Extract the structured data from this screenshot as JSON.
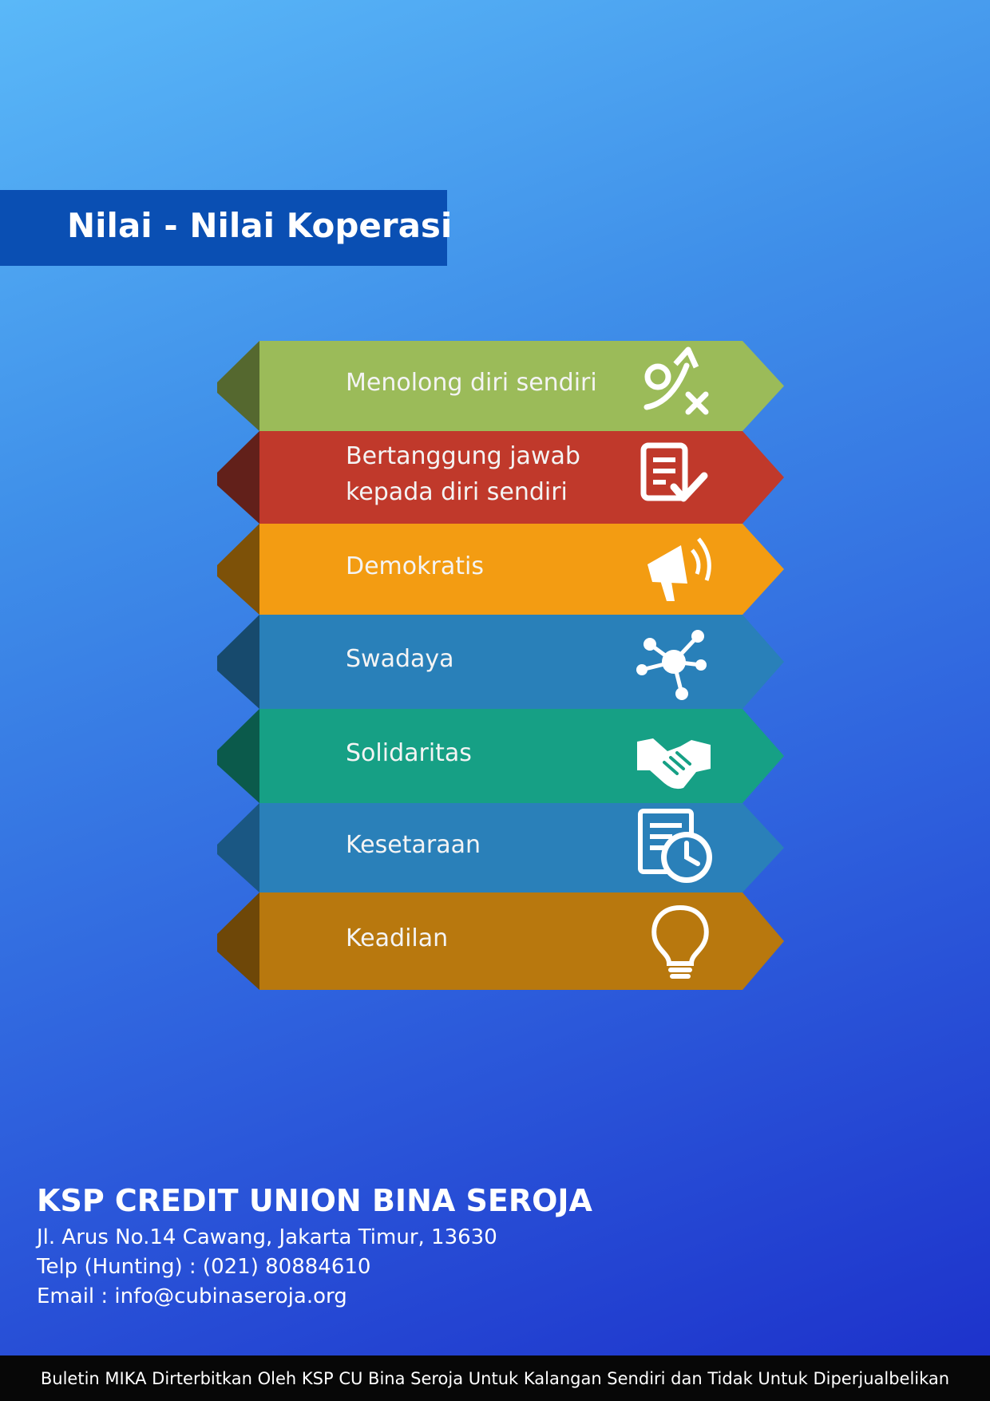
{
  "header": {
    "title": "Nilai - Nilai Koperasi"
  },
  "values": [
    {
      "label_lines": [
        "Menolong diri sendiri"
      ],
      "color": "#9bbb59",
      "side_color": "#55682f",
      "icon": "strategy-icon"
    },
    {
      "label_lines": [
        "Bertanggung jawab",
        "kepada diri sendiri"
      ],
      "color": "#c0392b",
      "side_color": "#62201a",
      "icon": "checklist-icon"
    },
    {
      "label_lines": [
        "Demokratis"
      ],
      "color": "#f39c12",
      "side_color": "#7d5108",
      "icon": "megaphone-icon"
    },
    {
      "label_lines": [
        "Swadaya"
      ],
      "color": "#2980b9",
      "side_color": "#174a6d",
      "icon": "network-icon"
    },
    {
      "label_lines": [
        "Solidaritas"
      ],
      "color": "#16a085",
      "side_color": "#0b5a4b",
      "icon": "handshake-icon"
    },
    {
      "label_lines": [
        "Kesetaraan"
      ],
      "color": "#2a80b9",
      "side_color": "#1a5783",
      "icon": "schedule-clock-icon"
    },
    {
      "label_lines": [
        "Keadilan"
      ],
      "color": "#b8780e",
      "side_color": "#6e4708",
      "icon": "lightbulb-icon"
    }
  ],
  "footer": {
    "org_name": "KSP CREDIT UNION BINA SEROJA",
    "address": "Jl. Arus No.14 Cawang, Jakarta Timur, 13630",
    "phone": "Telp (Hunting) : (021) 80884610",
    "email": "Email : info@cubinaseroja.org"
  },
  "disclaimer": "Buletin MIKA Dirterbitkan Oleh KSP CU Bina Seroja Untuk Kalangan Sendiri dan Tidak Untuk Diperjualbelikan"
}
